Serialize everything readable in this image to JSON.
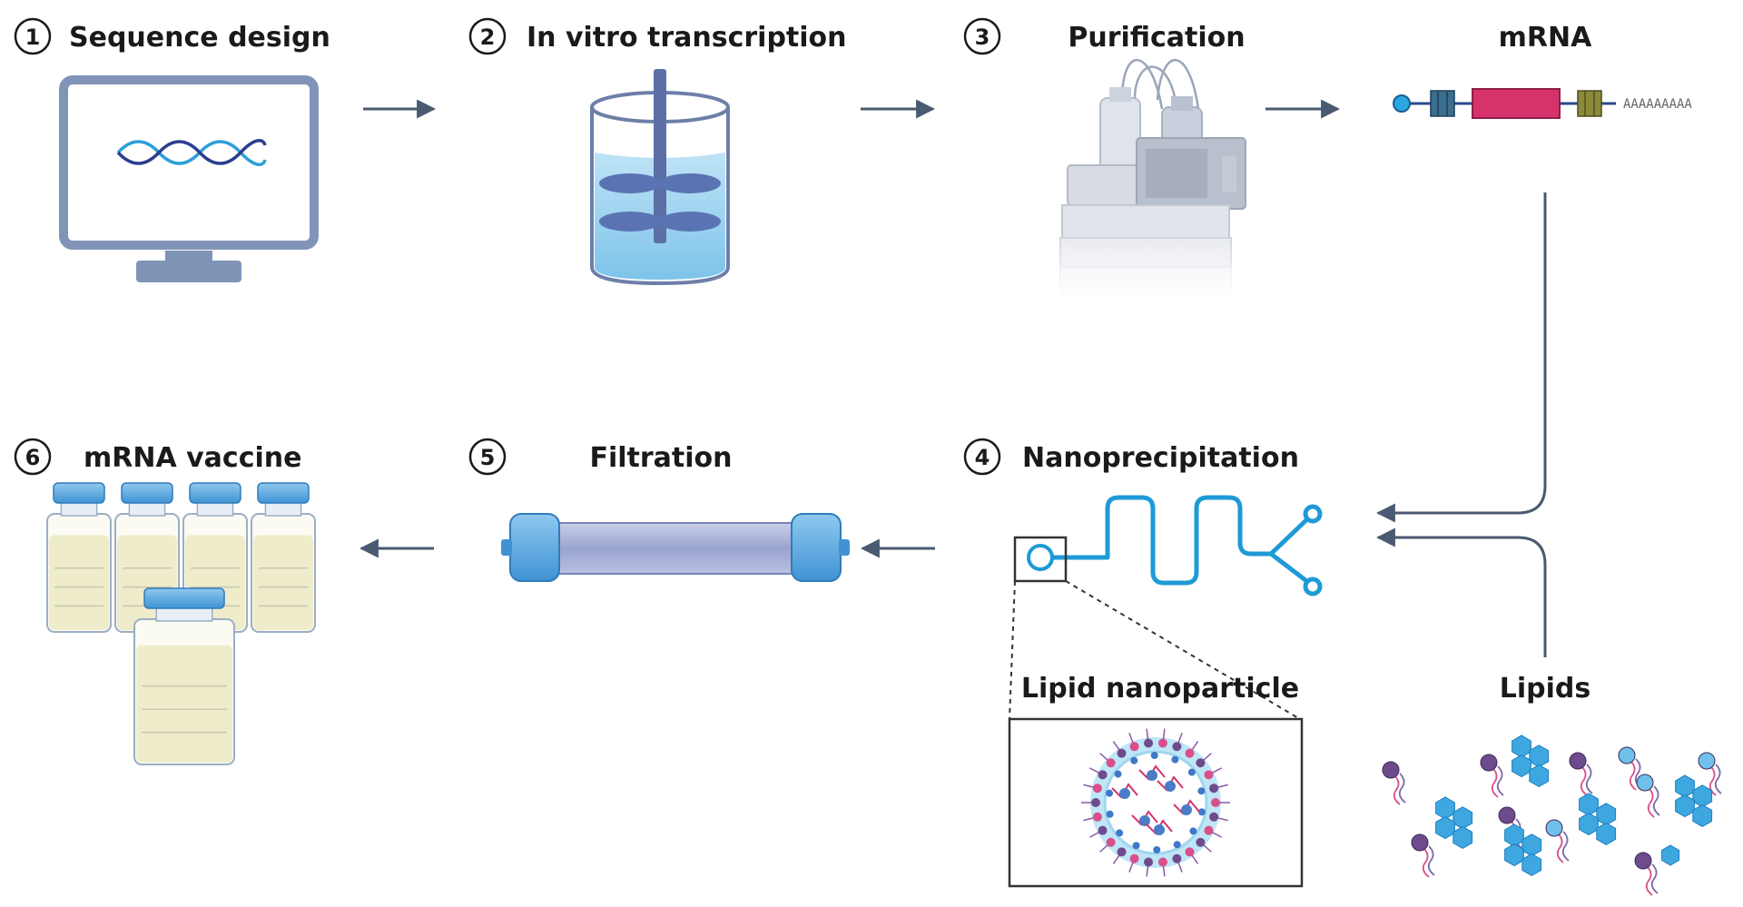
{
  "steps": [
    {
      "number": "1",
      "label": "Sequence design"
    },
    {
      "number": "2",
      "label": "In vitro transcription"
    },
    {
      "number": "3",
      "label": "Purification"
    },
    {
      "number": "4",
      "label": "Nanoprecipitation"
    },
    {
      "number": "5",
      "label": "Filtration"
    },
    {
      "number": "6",
      "label": "mRNA vaccine"
    }
  ],
  "labels": {
    "mrna": "mRNA",
    "poly_a": "AAAAAAAAA",
    "lipid_nanoparticle": "Lipid nanoparticle",
    "lipids": "Lipids"
  },
  "colors": {
    "monitor_frame": "#8094b8",
    "liquid": "#9cd2ef",
    "microfluidic": "#1e9ad6",
    "utr_cds": "#d6336c",
    "filter_cap": "#4aa3dd",
    "vial_fluid": "#efeccb",
    "vial_cap": "#5aa9e0",
    "lipid_head_purple": "#6e4b8c",
    "lipid_head_blue": "#3fa7e0"
  }
}
